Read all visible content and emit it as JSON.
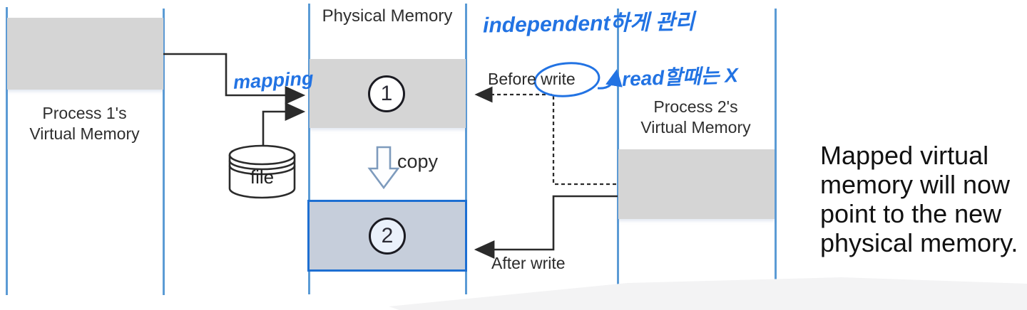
{
  "diagram": {
    "title_physical_memory": "Physical Memory",
    "process1_label": "Process 1's\nVirtual Memory",
    "process2_label": "Process 2's\nVirtual Memory",
    "block1_number": "1",
    "block2_number": "2",
    "file_label": "file",
    "copy_label": "copy",
    "before_write_label": "Before write",
    "after_write_label": "After write"
  },
  "handwritten_annotations": {
    "mapping": "mapping",
    "independent_note": "independent하게 관리",
    "read_note": "read할때는 X"
  },
  "caption": "Mapped virtual\nmemory will now\npoint to the new\nphysical memory.",
  "colors": {
    "column_line_blue": "#5B9BD5",
    "memory_block_gray": "#D5D5D5",
    "cow_block_fill": "#C6CEDB",
    "cow_block_border": "#1D6FD2",
    "handwriting_blue": "#2273E3",
    "arrow_black": "#2b2b2b",
    "copy_arrow_outline": "#7E9BBD",
    "text_black": "#262626"
  },
  "icons": {
    "file_cylinder": "database-cylinder-icon",
    "copy_arrow": "hollow-down-arrow-icon",
    "write_circle": "hand-drawn-ellipse-annotation"
  }
}
